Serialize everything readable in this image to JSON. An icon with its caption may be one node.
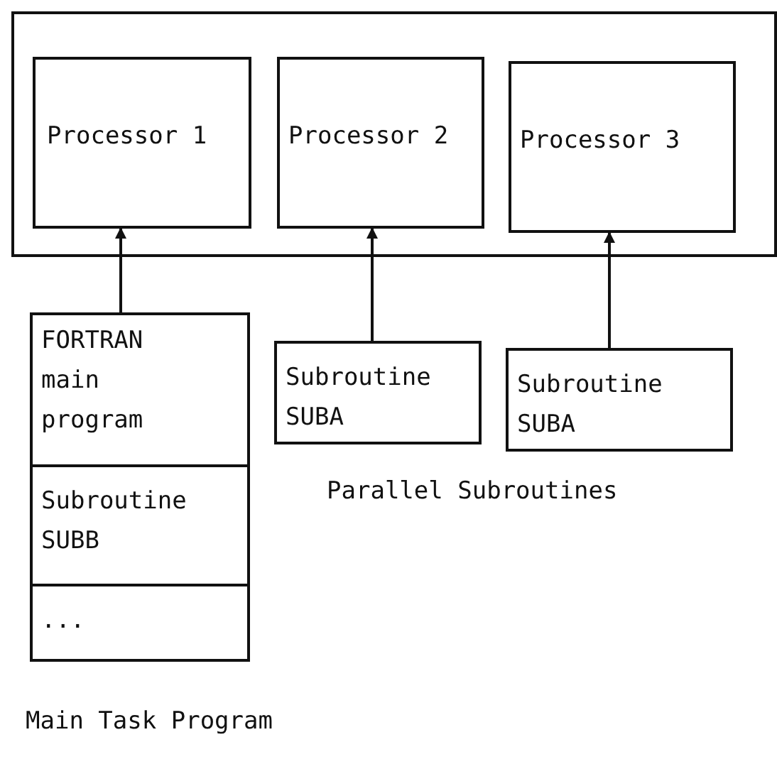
{
  "diagram": {
    "nodes": [
      {
        "text": [],
        "shape": "box"
      },
      {
        "text": [
          "Processor 1"
        ],
        "in": 0
      },
      {
        "text": [
          "Processor 2"
        ],
        "in": 0
      },
      {
        "text": [
          "Processor 3"
        ],
        "in": 0
      },
      {
        "text": [
          "FORTRAN main program"
        ]
      },
      {
        "text": [
          "Subroutine SUBB"
        ]
      },
      {
        "text": [
          "..."
        ]
      },
      {
        "text": [
          "Subroutine SUBA"
        ]
      },
      {
        "text": [
          "Subroutine SUBA"
        ]
      }
    ],
    "edges": [
      {
        "from": 4,
        "to": 1,
        "arrow": "to"
      },
      {
        "from": 7,
        "to": 2,
        "arrow": "to"
      },
      {
        "from": 8,
        "to": 3,
        "arrow": "to"
      }
    ],
    "labels": [
      "Parallel Subroutines",
      "Main Task Program"
    ]
  }
}
